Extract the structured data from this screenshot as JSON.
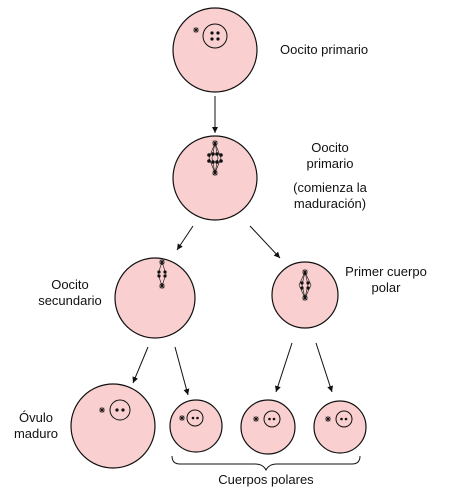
{
  "labels": {
    "primary_oocyte": "Oocito primario",
    "primary_oocyte_maturing_1": "Oocito",
    "primary_oocyte_maturing_2": "primario",
    "maturation_note_1": "(comienza la",
    "maturation_note_2": "maduración)",
    "secondary_oocyte_1": "Oocito",
    "secondary_oocyte_2": "secundario",
    "first_polar_body_1": "Primer cuerpo",
    "first_polar_body_2": "polar",
    "mature_ovum_1": "Óvulo",
    "mature_ovum_2": "maduro",
    "polar_bodies": "Cuerpos polares"
  },
  "colors": {
    "cell_fill": "#f9cfcf",
    "cell_stroke": "#111111",
    "chromatin": "#111111"
  }
}
